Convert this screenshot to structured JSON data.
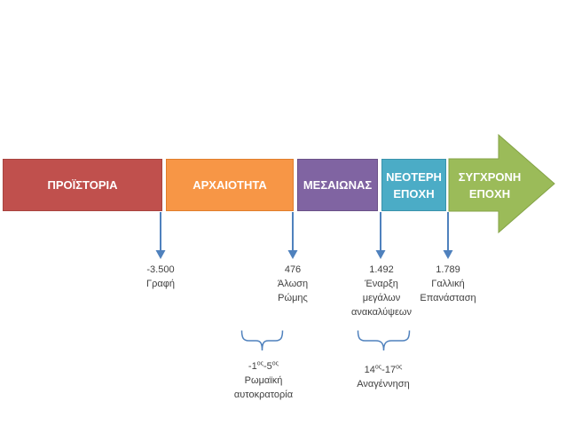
{
  "timeline": {
    "eras": [
      {
        "label": "ΠΡΟΪΣΤΟΡΙΑ",
        "color": "#C0504D"
      },
      {
        "label": "ΑΡΧΑΙΟΤΗΤΑ",
        "color": "#F79646"
      },
      {
        "label": "ΜΕΣΑΙΩΝΑΣ",
        "color": "#8064A2"
      },
      {
        "label": "ΝΕΟΤΕΡΗ ΕΠΟΧΗ",
        "color": "#4BACC6"
      },
      {
        "label": "ΣΥΓΧΡΟΝΗ ΕΠΟΧΗ",
        "color": "#9BBB59"
      }
    ],
    "events": [
      {
        "year": "-3.500",
        "lines": [
          "Γραφή"
        ]
      },
      {
        "year": "476",
        "lines": [
          "Άλωση",
          "Ρώμης"
        ]
      },
      {
        "year": "1.492",
        "lines": [
          "Έναρξη",
          "μεγάλων",
          "ανακαλύψεων"
        ]
      },
      {
        "year": "1.789",
        "lines": [
          "Γαλλική",
          "Επανάσταση"
        ]
      }
    ],
    "periods": [
      {
        "range_parts": [
          "-1",
          "ος",
          "-5",
          "ος"
        ],
        "lines": [
          "Ρωμαϊκή",
          "αυτοκρατορία"
        ]
      },
      {
        "range_parts": [
          "14",
          "ος",
          "-17",
          "ος"
        ],
        "lines": [
          "Αναγέννηση"
        ]
      }
    ],
    "accent": {
      "connector_blue": "#4F81BD",
      "label_text": "#3F3F3F",
      "era_text": "#FFFFFF"
    }
  }
}
